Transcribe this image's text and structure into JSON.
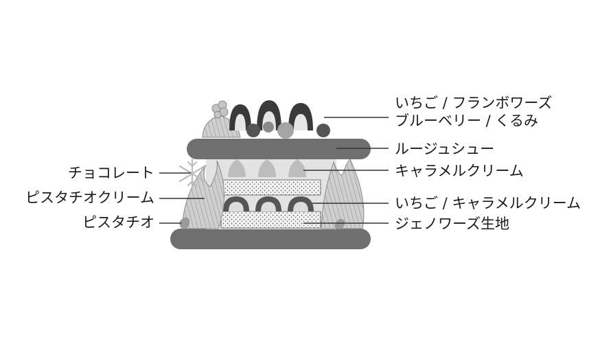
{
  "labels": {
    "strawberry_raspberry": "いちご / フランボワーズ",
    "blueberry_walnut": "ブルーベリー / くるみ",
    "rouge_choux": "ルージュシュー",
    "caramel_cream": "キャラメルクリーム",
    "strawberry_caramel_cream": "いちご / キャラメルクリーム",
    "genoise": "ジェノワーズ生地",
    "chocolate": "チョコレート",
    "pistachio_cream": "ピスタチオクリーム",
    "pistachio": "ピスタチオ"
  },
  "colors": {
    "background": "#ffffff",
    "choux_layer": "#6f6f6f",
    "cream": "#d6d6d6",
    "dark_fruit": "#555555",
    "outline_fruit": "#3a3a3a",
    "leader_line": "#333333",
    "text": "#1a1a1a"
  }
}
